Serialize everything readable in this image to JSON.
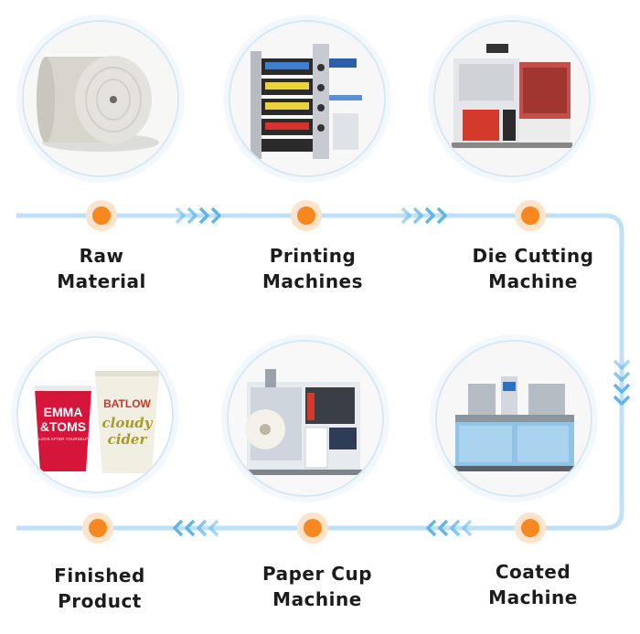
{
  "steps": [
    {
      "line1": "Raw",
      "line2": "Material"
    },
    {
      "line1": "Printing",
      "line2": "Machines"
    },
    {
      "line1": "Die Cutting",
      "line2": "Machine"
    },
    {
      "line1": "Coated",
      "line2": "Machine"
    },
    {
      "line1": "Paper Cup",
      "line2": "Machine"
    },
    {
      "line1": "Finished",
      "line2": "Product"
    }
  ],
  "cups": {
    "left_brand_1": "EMMA",
    "left_brand_2": "&TOMS",
    "left_tagline": "LOOK AFTER YOURSELF",
    "right_brand": "BATLOW",
    "right_line1": "cloudy",
    "right_line2": "cider"
  },
  "colors": {
    "flow_line": "#bfe0f7",
    "arrow": "#5fb5ea",
    "dot_center": "#f7871f",
    "dot_halo": "#fde3c9",
    "circle_border": "#d6e8f7"
  }
}
